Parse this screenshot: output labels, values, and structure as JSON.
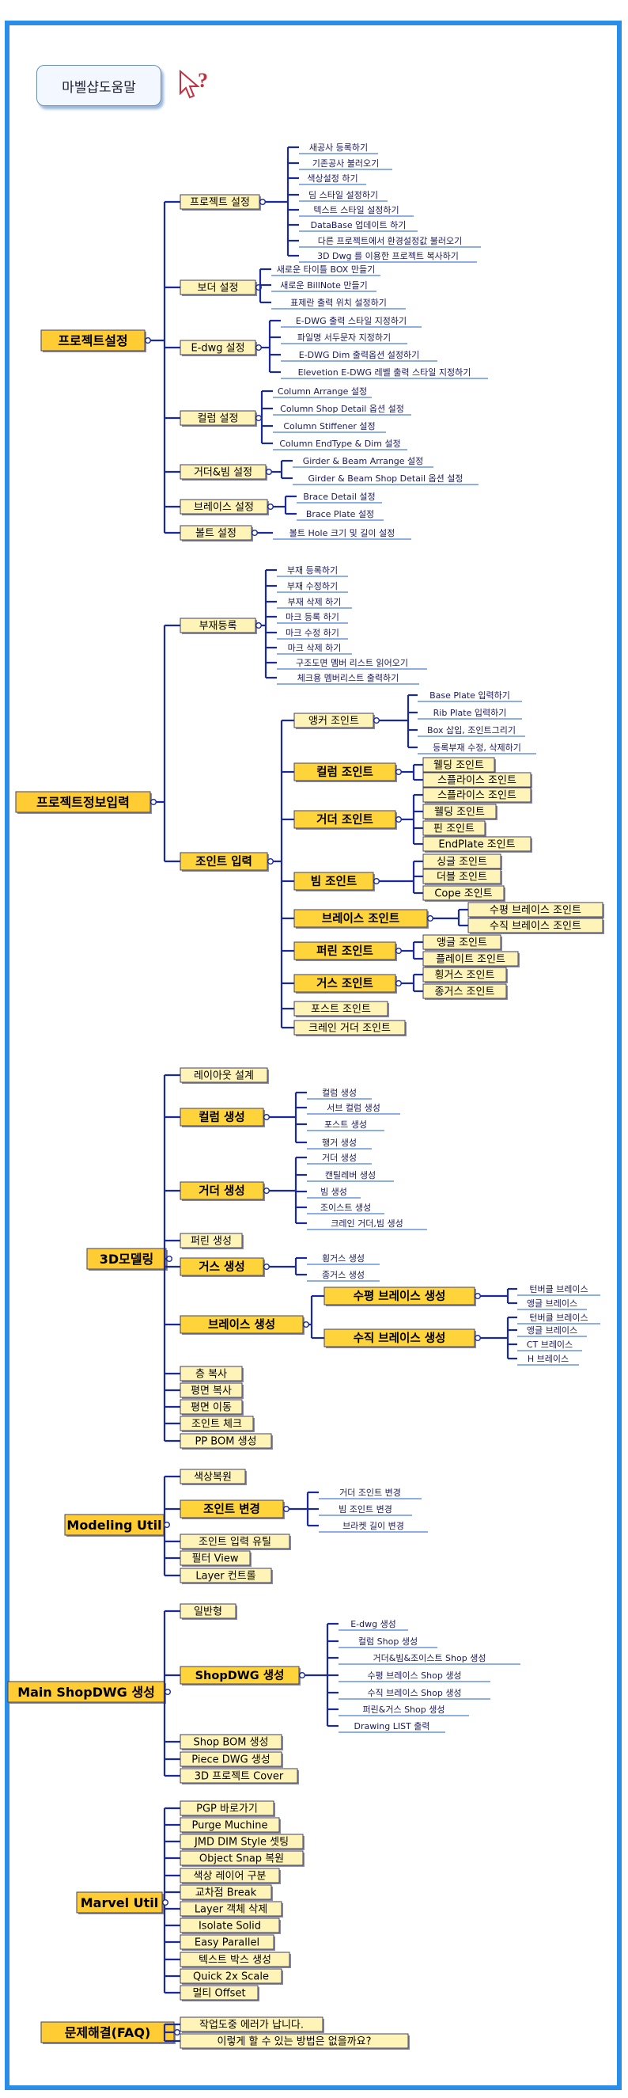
{
  "title": "마벨샵도움말",
  "tree": [
    {
      "label": "프로젝트설정",
      "big": true,
      "children": [
        {
          "label": "프로젝트 설정",
          "children": [
            {
              "label": "새공사 등록하기"
            },
            {
              "label": "기존공사 불러오기"
            },
            {
              "label": "색상설정 하기"
            },
            {
              "label": "딤 스타일 설정하기"
            },
            {
              "label": "텍스트 스타일 설정하기"
            },
            {
              "label": "DataBase 업데이트 하기"
            },
            {
              "label": "다른 프로젝트에서 환경설정값 불러오기"
            },
            {
              "label": "3D Dwg 를 이용한 프로젝트 복사하기"
            }
          ]
        },
        {
          "label": "보더 설정",
          "children": [
            {
              "label": "새로운 타이틀 BOX 만들기"
            },
            {
              "label": "새로운 BillNote 만들기"
            },
            {
              "label": "표제란 출력 위치 설정하기"
            }
          ]
        },
        {
          "label": "E-dwg 설정",
          "children": [
            {
              "label": "E-DWG 출력 스타일 지정하기"
            },
            {
              "label": "파일명 서두문자 지정하기"
            },
            {
              "label": "E-DWG Dim 출력옵션 설정하기"
            },
            {
              "label": "Elevetion E-DWG 레벨 출력 스타일 지정하기"
            }
          ]
        },
        {
          "label": "컬럼 설정",
          "children": [
            {
              "label": "Column Arrange 설정"
            },
            {
              "label": "Column Shop Detail 옵션 설정"
            },
            {
              "label": "Column Stiffener 설정"
            },
            {
              "label": "Column EndType & Dim 설정"
            }
          ]
        },
        {
          "label": "거더&빔 설정",
          "children": [
            {
              "label": "Girder & Beam Arrange 설정"
            },
            {
              "label": "Girder & Beam Shop Detail 옵션 설정"
            }
          ]
        },
        {
          "label": "브레이스 설정",
          "children": [
            {
              "label": "Brace Detail 설정"
            },
            {
              "label": "Brace Plate 설정"
            }
          ]
        },
        {
          "label": "볼트 설정",
          "children": [
            {
              "label": "볼트 Hole 크기 및 길이 설정"
            }
          ]
        }
      ]
    },
    {
      "label": "프로젝트정보입력",
      "big": true,
      "children": [
        {
          "label": "부재등록",
          "children": [
            {
              "label": "부재 등록하기"
            },
            {
              "label": "부재 수정하기"
            },
            {
              "label": "부재 삭제 하기"
            },
            {
              "label": "마크 등록 하기"
            },
            {
              "label": "마크 수정 하기"
            },
            {
              "label": "마크 삭제 하기"
            },
            {
              "label": "구조도면 멤버 리스트 읽어오기"
            },
            {
              "label": "체크용 멤버리스트 출력하기"
            }
          ]
        },
        {
          "label": "조인트 입력",
          "children": [
            {
              "label": "앵커 조인트",
              "children": [
                {
                  "label": "Base Plate 입력하기"
                },
                {
                  "label": "Rib Plate 입력하기"
                },
                {
                  "label": "Box 삽입, 조인트그리기"
                },
                {
                  "label": "등록부재 수정, 삭제하기"
                }
              ]
            },
            {
              "label": "컬럼 조인트",
              "children": [
                {
                  "label": "웰딩 조인트"
                },
                {
                  "label": "스플라이스 조인트"
                }
              ]
            },
            {
              "label": "거더 조인트",
              "children": [
                {
                  "label": "스플라이스 조인트"
                },
                {
                  "label": "웰딩 조인트"
                },
                {
                  "label": "핀 조인트"
                },
                {
                  "label": "EndPlate 조인트"
                }
              ]
            },
            {
              "label": "빔 조인트",
              "children": [
                {
                  "label": "싱글 조인트"
                },
                {
                  "label": "더블 조인트"
                },
                {
                  "label": "Cope 조인트"
                }
              ]
            },
            {
              "label": "브레이스 조인트",
              "children": [
                {
                  "label": "수평 브레이스 조인트"
                },
                {
                  "label": "수직 브레이스 조인트"
                }
              ]
            },
            {
              "label": "퍼린 조인트",
              "children": [
                {
                  "label": "앵글 조인트"
                },
                {
                  "label": "플레이트 조인트"
                }
              ]
            },
            {
              "label": "거스 조인트",
              "children": [
                {
                  "label": "횡거스 조인트"
                },
                {
                  "label": "종거스 조인트"
                }
              ]
            },
            {
              "label": "포스트 조인트"
            },
            {
              "label": "크레인 거더 조인트"
            }
          ]
        }
      ]
    },
    {
      "label": "3D모델링",
      "big": true,
      "children": [
        {
          "label": "레이아웃 설계"
        },
        {
          "label": "컬럼 생성",
          "children": [
            {
              "label": "컬럼 생성"
            },
            {
              "label": "서브 컬럼 생성"
            },
            {
              "label": "포스트 생성"
            },
            {
              "label": "행거 생성"
            }
          ]
        },
        {
          "label": "거더 생성",
          "children": [
            {
              "label": "거더 생성"
            },
            {
              "label": "캔틸레버 생성"
            },
            {
              "label": "빔 생성"
            },
            {
              "label": "조이스트 생성"
            },
            {
              "label": "크레인 거더,빔 생성"
            }
          ]
        },
        {
          "label": "퍼린 생성"
        },
        {
          "label": "거스 생성",
          "children": [
            {
              "label": "횡거스 생성"
            },
            {
              "label": "종거스 생성"
            }
          ]
        },
        {
          "label": "브레이스 생성",
          "children": [
            {
              "label": "수평 브레이스 생성",
              "children": [
                {
                  "label": "턴버클 브레이스"
                },
                {
                  "label": "앵글 브레이스"
                }
              ]
            },
            {
              "label": "수직 브레이스 생성",
              "children": [
                {
                  "label": "턴버클 브레이스"
                },
                {
                  "label": "앵글 브레이스"
                },
                {
                  "label": "CT 브레이스"
                },
                {
                  "label": "H 브레이스"
                }
              ]
            }
          ]
        },
        {
          "label": "층 복사"
        },
        {
          "label": "평면 복사"
        },
        {
          "label": "평면 이동"
        },
        {
          "label": "조인트 체크"
        },
        {
          "label": "PP BOM 생성"
        }
      ]
    },
    {
      "label": "Modeling Util",
      "big": true,
      "children": [
        {
          "label": "색상복원"
        },
        {
          "label": "조인트 변경",
          "children": [
            {
              "label": "거더 조인트 변경"
            },
            {
              "label": "빔 조인트 변경"
            },
            {
              "label": "브라켓 길이 변경"
            }
          ]
        },
        {
          "label": "조인트 입력 유틸"
        },
        {
          "label": "필터 View"
        },
        {
          "label": "Layer 컨트롤"
        }
      ]
    },
    {
      "label": "Main ShopDWG 생성",
      "big": true,
      "children": [
        {
          "label": "일반형"
        },
        {
          "label": "ShopDWG 생성",
          "children": [
            {
              "label": "E-dwg 생성"
            },
            {
              "label": "컬럼 Shop 생성"
            },
            {
              "label": "거더&빔&조이스트 Shop 생성"
            },
            {
              "label": "수평 브레이스 Shop 생성"
            },
            {
              "label": "수직 브레이스 Shop 생성"
            },
            {
              "label": "퍼린&거스 Shop 생성"
            },
            {
              "label": "Drawing LIST 출력"
            }
          ]
        },
        {
          "label": "Shop BOM 생성"
        },
        {
          "label": "Piece DWG 생성"
        },
        {
          "label": "3D 프로젝트 Cover"
        }
      ]
    },
    {
      "label": "Marvel Util",
      "big": true,
      "children": [
        {
          "label": "PGP 바로가기"
        },
        {
          "label": "Purge Muchine"
        },
        {
          "label": "JMD DIM Style 셋팅"
        },
        {
          "label": "Object Snap 복원"
        },
        {
          "label": "색상 레이어 구분"
        },
        {
          "label": "교차점 Break"
        },
        {
          "label": "Layer 객체 삭제"
        },
        {
          "label": "Isolate Solid"
        },
        {
          "label": "Easy Parallel"
        },
        {
          "label": "텍스트 박스 생성"
        },
        {
          "label": "Quick 2x Scale"
        },
        {
          "label": "멀티 Offset"
        }
      ]
    },
    {
      "label": "문제해결(FAQ)",
      "big": true,
      "children": [
        {
          "label": "작업도중 에러가 납니다."
        },
        {
          "label": "이렇게 할 수 있는 방법은 없을까요?"
        }
      ]
    }
  ]
}
